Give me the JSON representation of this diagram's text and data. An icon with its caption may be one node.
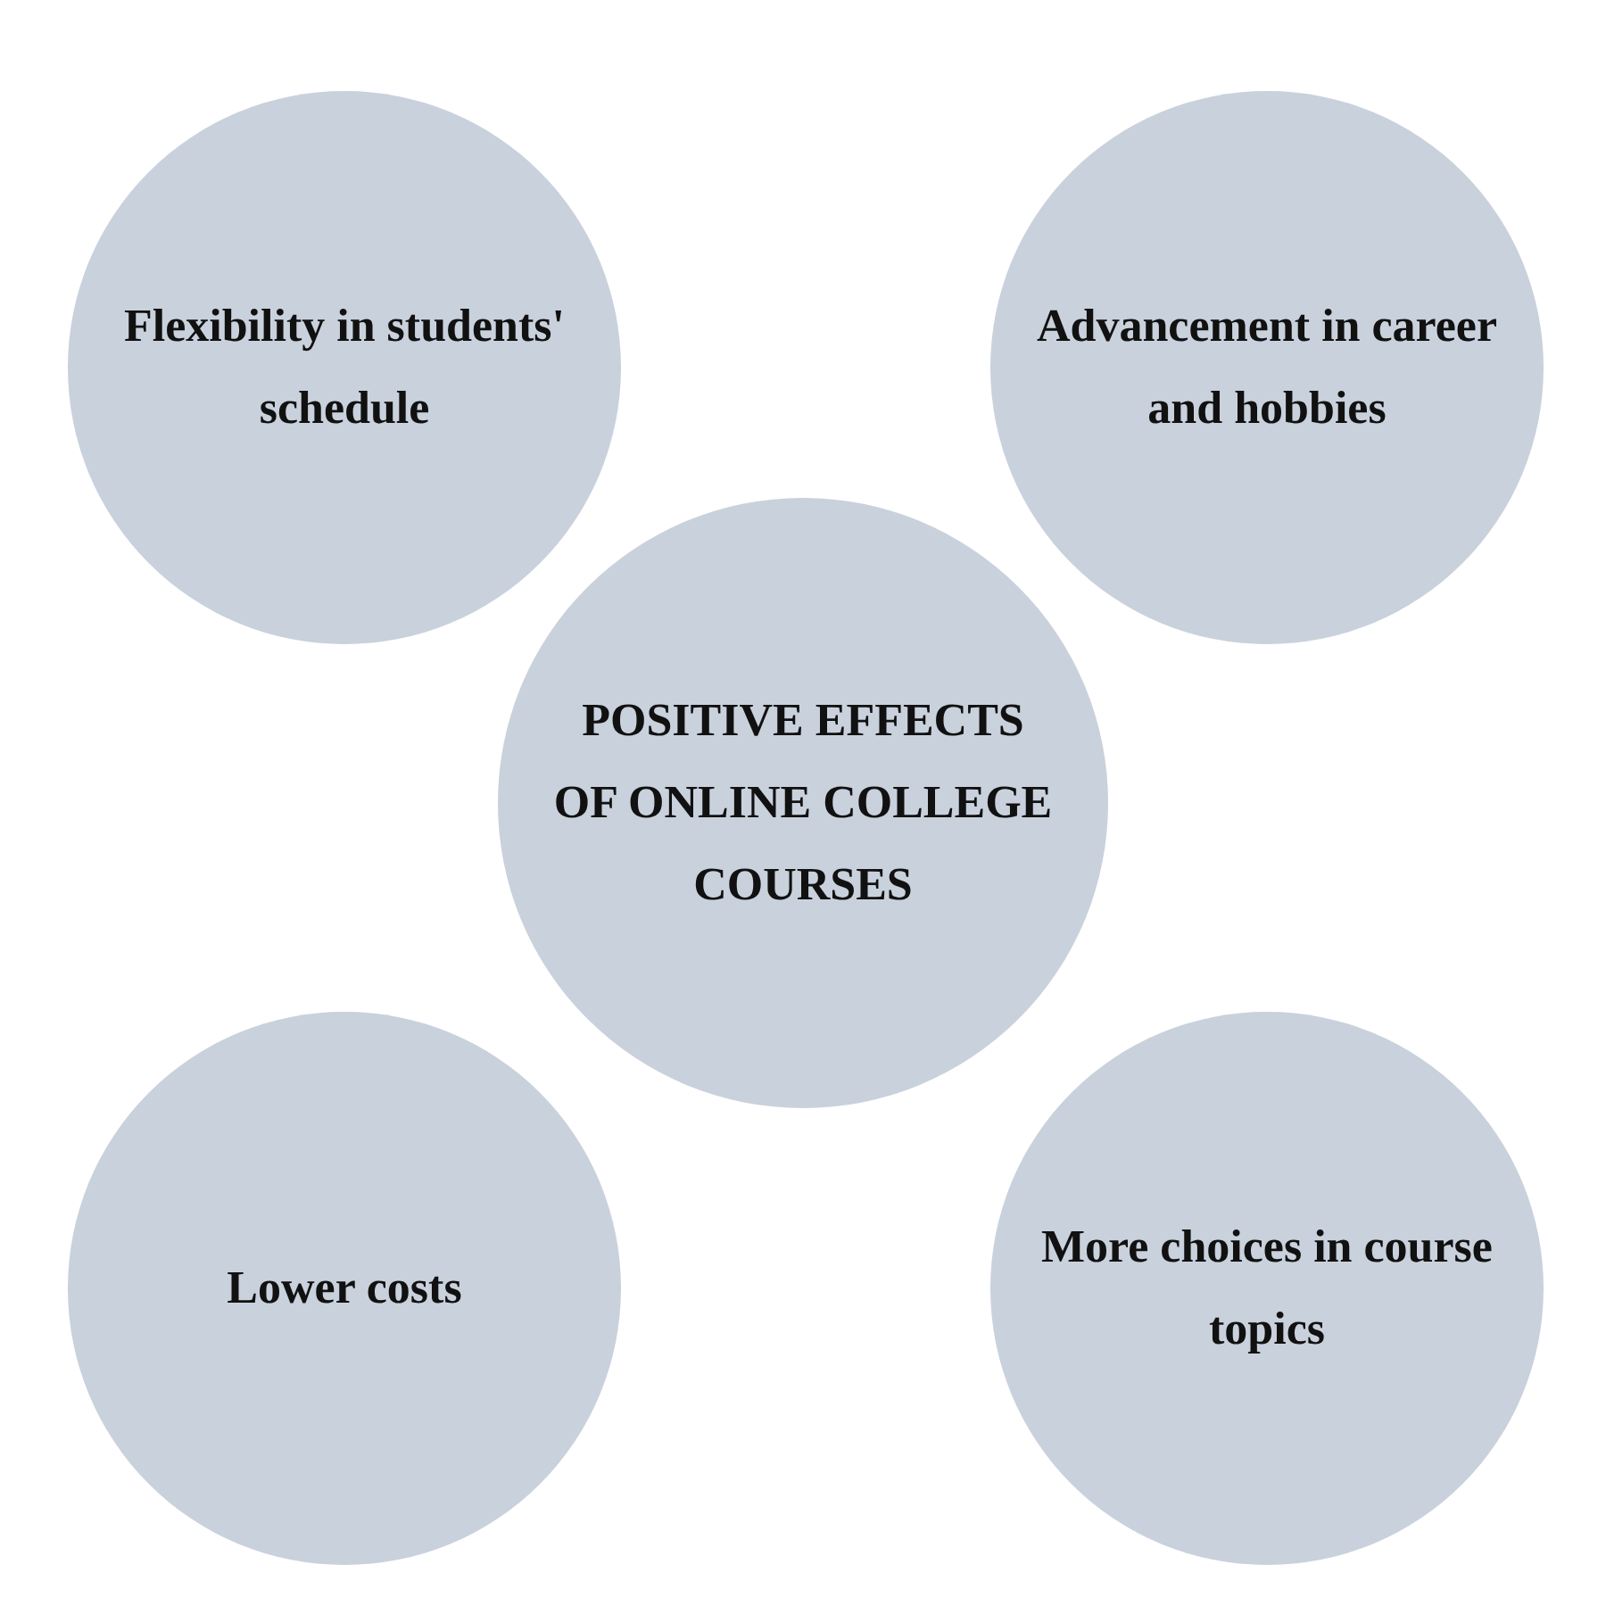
{
  "diagram": {
    "nodes": [
      {
        "text": [
          "Flexibility in students' schedule"
        ]
      },
      {
        "text": [
          "Advancement in career and hobbies"
        ]
      },
      {
        "text": [
          "POSITIVE EFFECTS OF ONLINE COLLEGE COURSES"
        ]
      },
      {
        "text": [
          "Lower costs"
        ]
      },
      {
        "text": [
          "More choices in course topics"
        ]
      }
    ]
  }
}
